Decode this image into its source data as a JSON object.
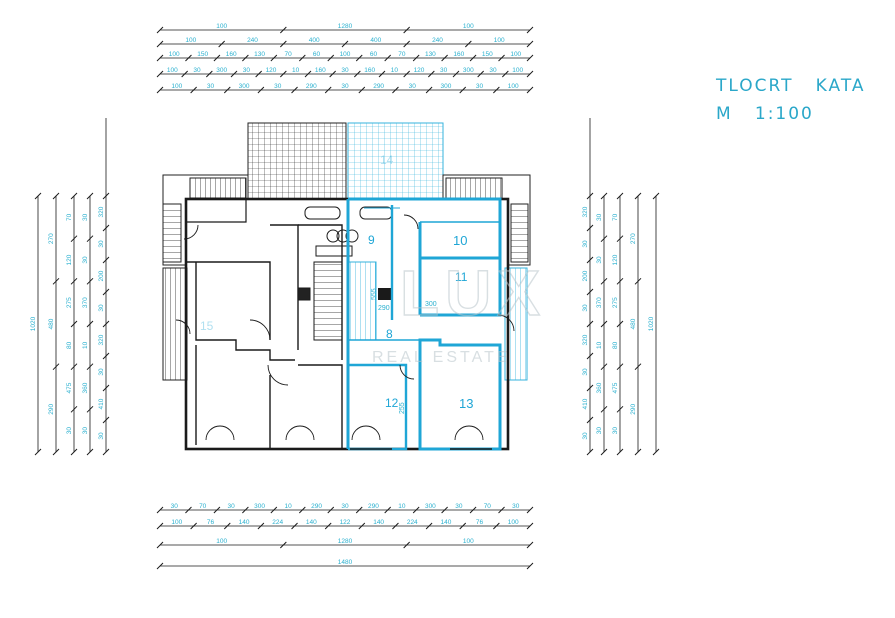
{
  "title": {
    "line1": "TLOCRT   KATA",
    "line2": "M   1:100"
  },
  "watermark": {
    "logo": "LUX",
    "subtitle": "REAL ESTATE"
  },
  "rooms": [
    {
      "id": "r9",
      "label": "9"
    },
    {
      "id": "r10",
      "label": "10"
    },
    {
      "id": "r11",
      "label": "11"
    },
    {
      "id": "r8",
      "label": "8"
    },
    {
      "id": "r12",
      "label": "12"
    },
    {
      "id": "r13",
      "label": "13"
    },
    {
      "id": "r14",
      "label": "14"
    },
    {
      "id": "r15",
      "label": "15"
    }
  ],
  "room_dims": [
    "555",
    "290",
    "300",
    "255"
  ],
  "dimensions": {
    "top": [
      [
        "100",
        "1280",
        "100"
      ],
      [
        "100",
        "240",
        "400",
        "400",
        "240",
        "100"
      ],
      [
        "100",
        "150",
        "160",
        "130",
        "70",
        "60",
        "100",
        "60",
        "70",
        "130",
        "160",
        "150",
        "100"
      ],
      [
        "100",
        "30",
        "300",
        "30",
        "120",
        "10",
        "160",
        "30",
        "160",
        "10",
        "120",
        "30",
        "300",
        "30",
        "100"
      ],
      [
        "100",
        "30",
        "300",
        "30",
        "290",
        "30",
        "290",
        "30",
        "300",
        "30",
        "100"
      ]
    ],
    "bottom": [
      [
        "30",
        "70",
        "30",
        "300",
        "10",
        "290",
        "30",
        "290",
        "10",
        "300",
        "30",
        "70",
        "30"
      ],
      [
        "100",
        "76",
        "140",
        "224",
        "140",
        "122",
        "140",
        "224",
        "140",
        "76",
        "100"
      ],
      [
        "100",
        "1280",
        "100"
      ],
      [
        "1480"
      ]
    ],
    "left": [
      [
        "1020"
      ],
      [
        "270",
        "480",
        "290"
      ],
      [
        "70",
        "120",
        "275",
        "80",
        "475",
        "30"
      ],
      [
        "30",
        "30",
        "370",
        "10",
        "360",
        "30"
      ],
      [
        "320",
        "30",
        "200",
        "30",
        "320",
        "30",
        "410",
        "30"
      ]
    ],
    "right": [
      [
        "320",
        "30",
        "200",
        "30",
        "320",
        "30",
        "410",
        "30"
      ],
      [
        "30",
        "30",
        "370",
        "10",
        "360",
        "30"
      ],
      [
        "70",
        "120",
        "275",
        "80",
        "475",
        "30"
      ],
      [
        "270",
        "480",
        "290"
      ],
      [
        "1020"
      ]
    ]
  },
  "colors": {
    "line": "#1a1a1a",
    "accent": "#1fa6d6",
    "dim_text": "#2ab0cf",
    "watermark": "#c9d3d8"
  }
}
